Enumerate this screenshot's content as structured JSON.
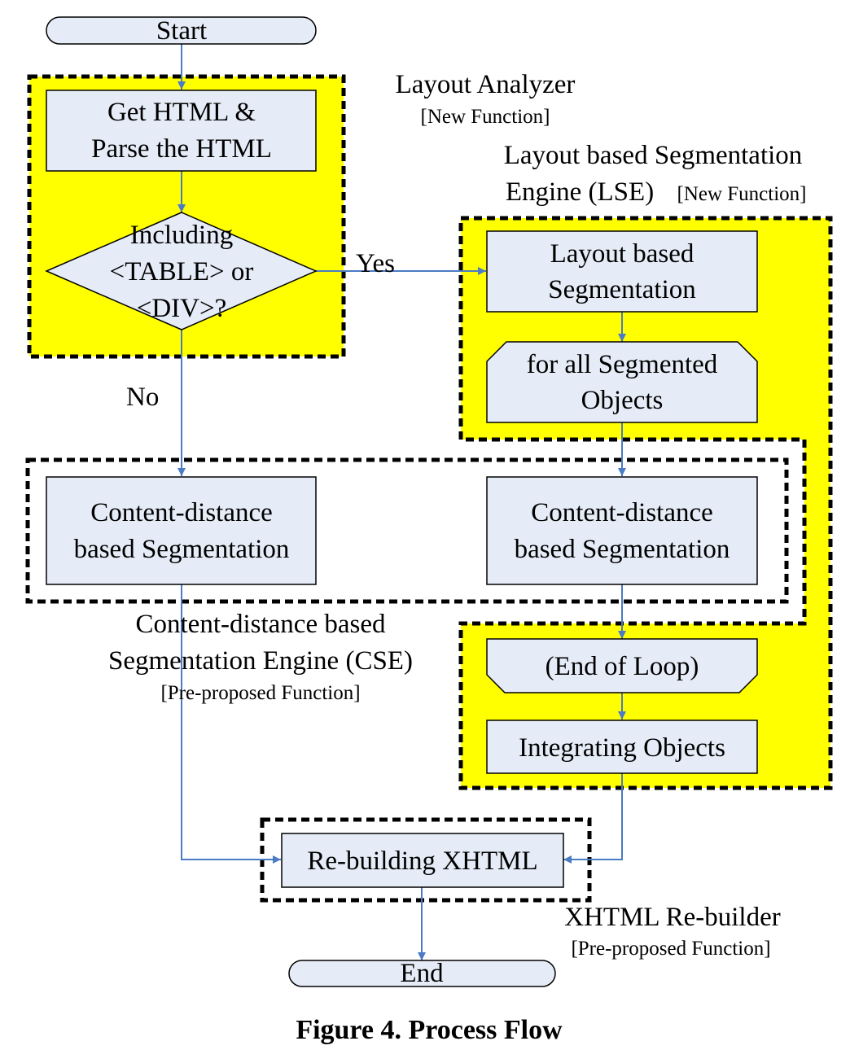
{
  "colors": {
    "node_fill": "#e6ecf7",
    "region_fill": "#ffff00",
    "arrow": "#4a7bc4",
    "border": "#000000"
  },
  "nodes": {
    "start": "Start",
    "get_html": [
      "Get HTML &",
      "Parse the HTML"
    ],
    "decision": [
      "Including",
      "<TABLE> or",
      "<DIV>?"
    ],
    "layout_seg": [
      "Layout based",
      "Segmentation"
    ],
    "loop_start": [
      "for all Segmented",
      "Objects"
    ],
    "cds_left": [
      "Content-distance",
      "based Segmentation"
    ],
    "cds_right": [
      "Content-distance",
      "based Segmentation"
    ],
    "loop_end": "(End of Loop)",
    "integrating": "Integrating Objects",
    "rebuilding": "Re-building XHTML",
    "end": "End"
  },
  "edges": {
    "yes": "Yes",
    "no": "No"
  },
  "regions": {
    "layout_analyzer": {
      "title": "Layout Analyzer",
      "tag": "[New Function]"
    },
    "lse": {
      "title_1": "Layout based Segmentation",
      "title_2": "Engine (LSE)",
      "tag": "[New Function]"
    },
    "cse": {
      "title_1": "Content-distance based",
      "title_2": "Segmentation Engine (CSE)",
      "tag": "[Pre-proposed Function]"
    },
    "rebuilder": {
      "title": "XHTML Re-builder",
      "tag": "[Pre-proposed Function]"
    }
  },
  "caption": "Figure 4. Process Flow"
}
